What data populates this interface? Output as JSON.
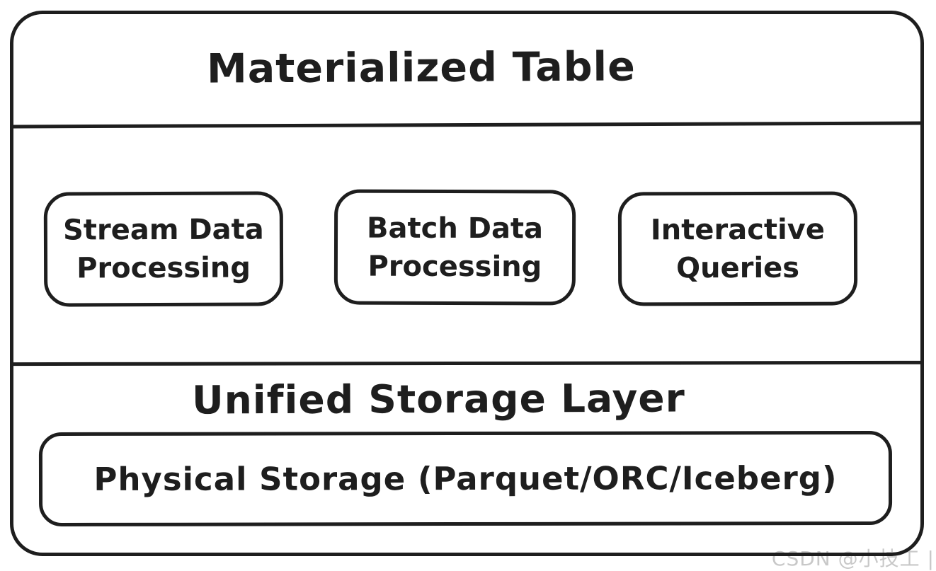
{
  "diagram": {
    "title": "Materialized Table",
    "compute_boxes": [
      {
        "label": "Stream Data Processing"
      },
      {
        "label": "Batch Data Processing"
      },
      {
        "label": "Interactive Queries"
      }
    ],
    "storage_section": {
      "title": "Unified Storage Layer",
      "physical_storage_label": "Physical Storage (Parquet/ORC/Iceberg)"
    },
    "watermark": "CSDN @小技工 |",
    "colors": {
      "stroke": "#1e1e1e",
      "background": "#ffffff",
      "watermark": "#c8c8c8"
    }
  }
}
